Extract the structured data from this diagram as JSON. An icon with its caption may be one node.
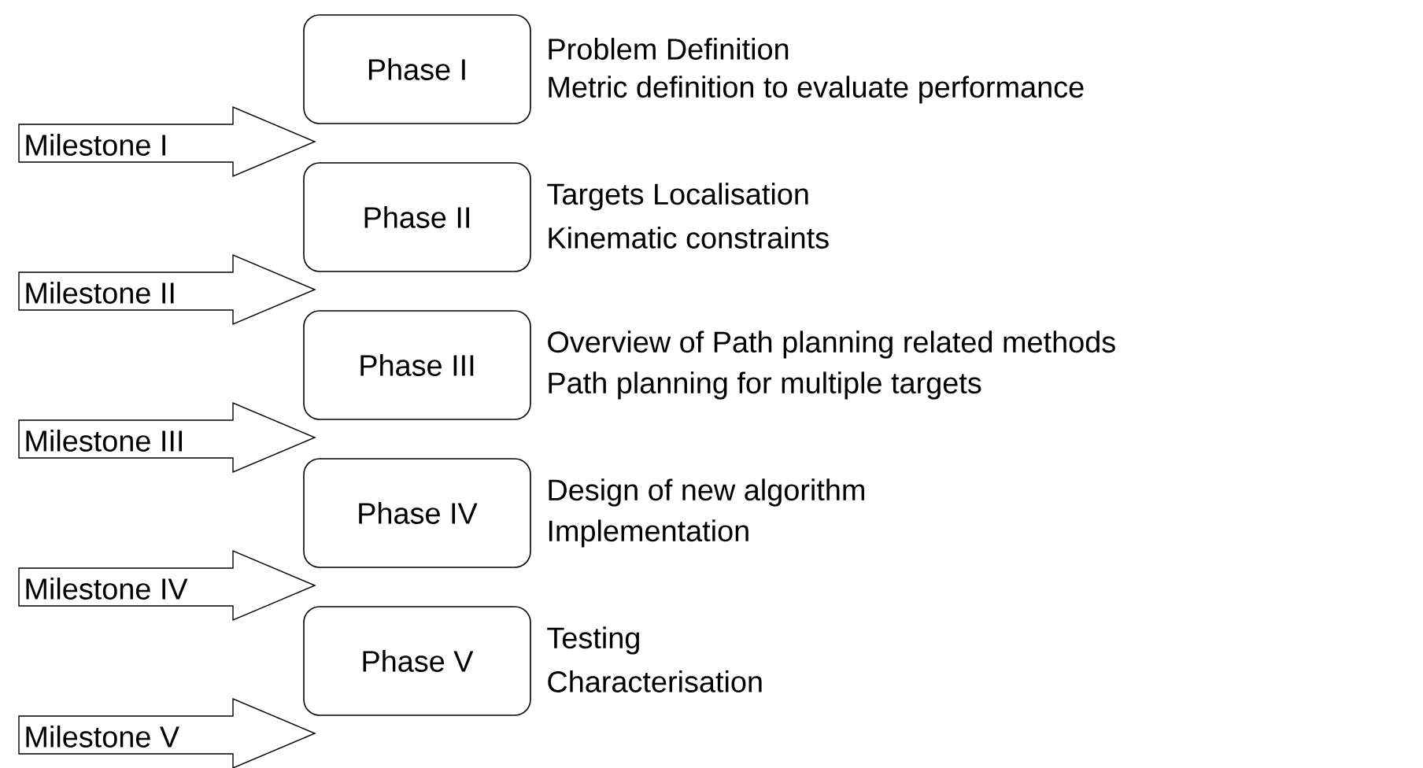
{
  "diagram": {
    "nodes": [
      {
        "text": [
          "Phase I"
        ],
        "beside": [
          "Problem Definition",
          "Metric definition to evaluate performance"
        ]
      },
      {
        "text": [
          "Milestone I"
        ]
      },
      {
        "text": [
          "Phase II"
        ],
        "beside": [
          "Targets Localisation",
          "Kinematic constraints"
        ]
      },
      {
        "text": [
          "Milestone II"
        ]
      },
      {
        "text": [
          "Phase III"
        ],
        "beside": [
          "Overview of Path planning related methods",
          "Path planning for multiple targets"
        ]
      },
      {
        "text": [
          "Milestone III"
        ]
      },
      {
        "text": [
          "Phase IV"
        ],
        "beside": [
          "Design of new algorithm",
          "Implementation"
        ]
      },
      {
        "text": [
          "Milestone IV"
        ]
      },
      {
        "text": [
          "Phase V"
        ],
        "beside": [
          "Testing",
          "Characterisation"
        ]
      },
      {
        "text": [
          "Milestone V"
        ]
      }
    ]
  }
}
